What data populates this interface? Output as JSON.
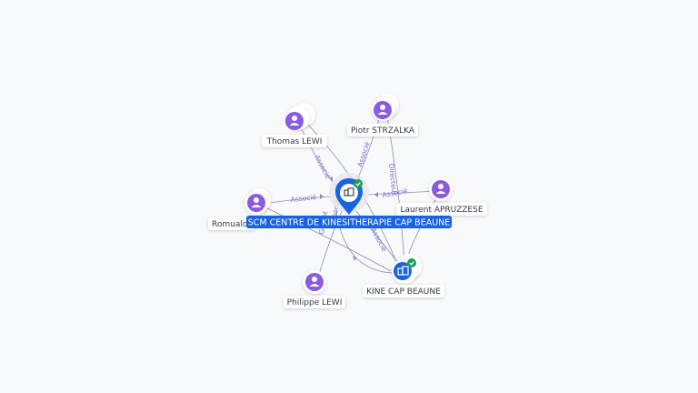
{
  "colors": {
    "background": "#f8f9fb",
    "edge": "#8a8fb0",
    "edge_label": "#7a6bd6",
    "person_fill": "#8a5be0",
    "company_fill": "#1a63e0",
    "main_label_bg": "#1a63e0",
    "check_badge": "#1f9d55",
    "label_bg": "#ffffff"
  },
  "main_company": {
    "label": "SCM CENTRE DE KINESITHERAPIE CAP BEAUNE",
    "icon": "building-icon",
    "verified": true
  },
  "nodes": [
    {
      "id": "thomas",
      "type": "person",
      "label": "Thomas LEWI",
      "icon": "person-icon"
    },
    {
      "id": "piotr",
      "type": "person",
      "label": "Piotr STRZALKA",
      "icon": "person-icon"
    },
    {
      "id": "laurent",
      "type": "person",
      "label": "Laurent APRUZZESE",
      "icon": "person-icon"
    },
    {
      "id": "romuald",
      "type": "person",
      "label": "Romuald",
      "icon": "person-icon"
    },
    {
      "id": "philippe",
      "type": "person",
      "label": "Philippe LEWI",
      "icon": "person-icon"
    },
    {
      "id": "kine",
      "type": "company",
      "label": "KINE CAP BEAUNE",
      "icon": "building-icon",
      "verified": true
    }
  ],
  "edges": [
    {
      "from": "thomas",
      "to": "main",
      "label": "Associé"
    },
    {
      "from": "piotr",
      "to": "main",
      "label": "Associé"
    },
    {
      "from": "laurent",
      "to": "main",
      "label": "Associé"
    },
    {
      "from": "romuald",
      "to": "main",
      "label": "Associé"
    },
    {
      "from": "main",
      "to": "philippe",
      "label": "Associé"
    },
    {
      "from": "main",
      "to": "kine",
      "label": "Associé"
    },
    {
      "from": "piotr",
      "to": "kine",
      "label": "Directeur"
    },
    {
      "from": "romuald",
      "to": "kine",
      "label": "Gérant"
    },
    {
      "from": "thomas",
      "to": "kine",
      "label": ""
    },
    {
      "from": "laurent",
      "to": "kine",
      "label": ""
    }
  ]
}
